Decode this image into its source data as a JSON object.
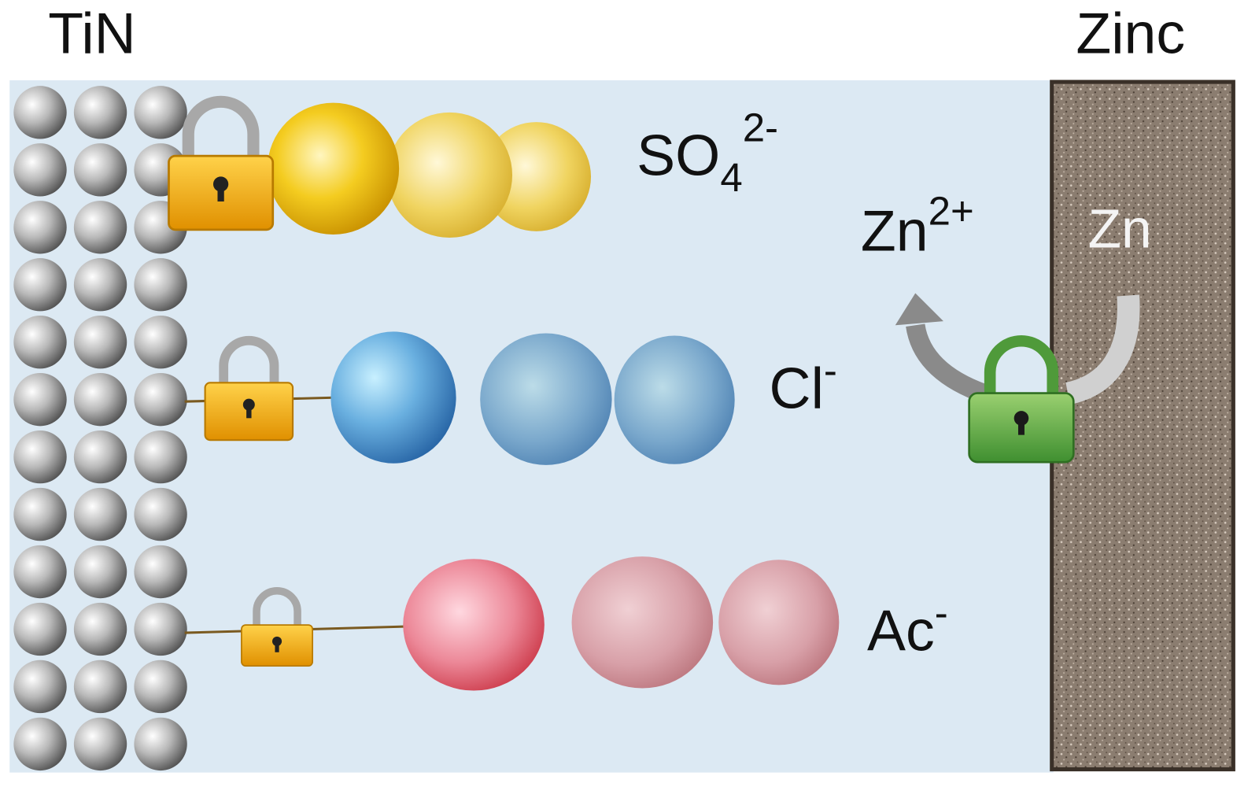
{
  "labels": {
    "left_electrode": "TiN",
    "right_electrode": "Zinc",
    "zn_metal": "Zn",
    "zn_ion": {
      "base": "Zn",
      "charge": "2+"
    },
    "sulfate": {
      "base": "SO",
      "sub": "4",
      "charge": "2-"
    },
    "chloride": {
      "base": "Cl",
      "charge": "-"
    },
    "acetate": {
      "base": "Ac",
      "charge": "-"
    }
  },
  "colors": {
    "electrolyte": "#dce9f3",
    "zinc": "#8a7a6c",
    "sulfate": "#f2c418",
    "chloride": "#5a9fd6",
    "acetate": "#e06070",
    "lock_gold": "#f0a818",
    "lock_green": "#5fb04a"
  }
}
